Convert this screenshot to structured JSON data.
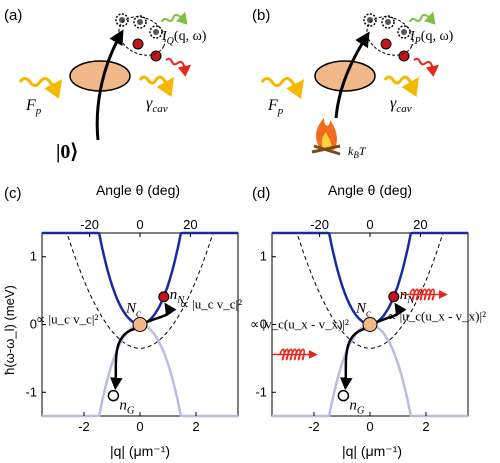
{
  "panels": {
    "a": {
      "tag": "(a)",
      "pump_label": "F",
      "pump_sub": "p",
      "loss_label": "γ",
      "loss_sub": "cav",
      "vacuum_label": "|0⟩",
      "emission_label": "I",
      "emission_sub": "Q",
      "emission_args": "(q, ω)"
    },
    "b": {
      "tag": "(b)",
      "pump_label": "F",
      "pump_sub": "p",
      "loss_label": "γ",
      "loss_sub": "cav",
      "thermal_label": "k",
      "thermal_sub": "B",
      "thermal_tail": "T",
      "emission_label": "I",
      "emission_sub": "P",
      "emission_args": "(q, ω)"
    },
    "c": {
      "tag": "(c)",
      "top_axis_label": "Angle θ (deg)",
      "top_ticks": [
        "-20",
        "0",
        "20"
      ],
      "x_ticks": [
        "-2",
        "0",
        "2"
      ],
      "y_ticks": [
        "1",
        "0",
        "-1"
      ],
      "ylabel": "ħ(ω-ω_l) (meV)",
      "xlabel": "|q| (μm⁻¹)",
      "node_c": "N_c",
      "node_n": "n_N",
      "node_g": "n_G",
      "rate_up": "∝ |u_c v_c|²",
      "rate_down": "∝ |u_c v_c|²"
    },
    "d": {
      "tag": "(d)",
      "top_axis_label": "Angle θ (deg)",
      "top_ticks": [
        "-20",
        "0",
        "20"
      ],
      "x_ticks": [
        "-2",
        "0",
        "2"
      ],
      "y_ticks": [
        "1",
        "0",
        "-1"
      ],
      "xlabel": "|q| (μm⁻¹)",
      "node_c": "N_c",
      "node_n": "n_N",
      "node_g": "n_G",
      "rate_up": "∝ |u_c(u_x - v_x)|²",
      "rate_down": "∝ |v_c(u_x - v_x)|²"
    }
  },
  "colors": {
    "pump": "#f5b800",
    "cavity_fill": "#f2b88a",
    "upper_branch": "#1a2aa0",
    "ghost_branch": "#b9bde6",
    "node_n": "#c0151a",
    "node_c": "#f2b88a",
    "phonon": "#e8261c",
    "green_emission": "#7cc242",
    "red_emission": "#e8261c"
  }
}
